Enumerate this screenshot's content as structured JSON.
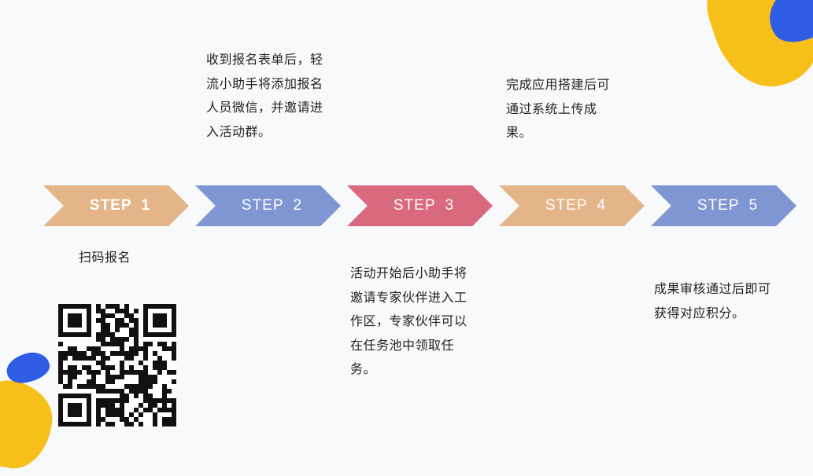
{
  "colors": {
    "step1": "#e3b589",
    "step2": "#7f96d2",
    "step3": "#d9697d",
    "step4": "#e3b589",
    "step5": "#7f96d2",
    "accent_yellow": "#f7bf1a",
    "accent_blue": "#2f5de6"
  },
  "steps": [
    {
      "word": "STEP",
      "num": "1",
      "desc": "扫码报名"
    },
    {
      "word": "STEP",
      "num": "2",
      "desc": "收到报名表单后，轻\n流小助手将添加报名\n人员微信，并邀请进\n入活动群。"
    },
    {
      "word": "STEP",
      "num": "3",
      "desc": "活动开始后小助手将\n邀请专家伙伴进入工\n作区，专家伙伴可以\n在任务池中领取任\n务。"
    },
    {
      "word": "STEP",
      "num": "4",
      "desc": "完成应用搭建后可\n通过系统上传成\n果。"
    },
    {
      "word": "STEP",
      "num": "5",
      "desc": "成果审核通过后即可\n获得对应积分。"
    }
  ],
  "qr_icon": "qr-code-icon"
}
